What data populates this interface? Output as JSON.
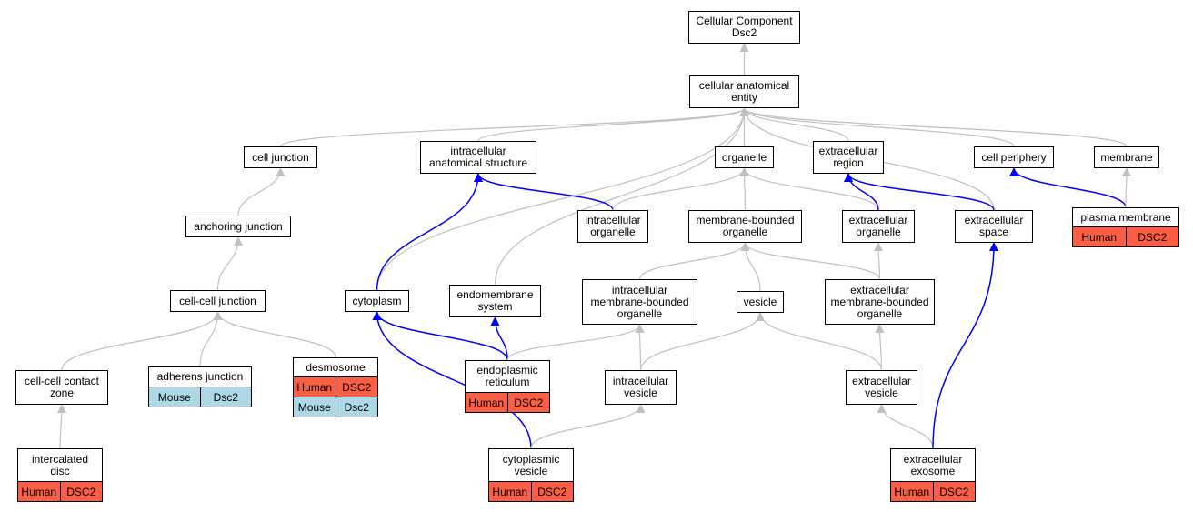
{
  "colors": {
    "default_edge": "#c0c0c0",
    "highlight_edge": "#0000ff",
    "human": "#fa5e45",
    "mouse": "#add8e6"
  },
  "nodes": {
    "root": {
      "label": "Cellular Component\nDsc2"
    },
    "cae": {
      "label": "cellular anatomical\nentity"
    },
    "cell_junction": {
      "label": "cell junction"
    },
    "ias": {
      "label": "intracellular\nanatomical structure"
    },
    "organelle": {
      "label": "organelle"
    },
    "ecr": {
      "label": "extracellular\nregion"
    },
    "cell_periphery": {
      "label": "cell periphery"
    },
    "membrane": {
      "label": "membrane"
    },
    "anchoring_junction": {
      "label": "anchoring junction"
    },
    "intracellular_organelle": {
      "label": "intracellular\norganelle"
    },
    "mbo": {
      "label": "membrane-bounded\norganelle"
    },
    "eco": {
      "label": "extracellular\norganelle"
    },
    "ecs": {
      "label": "extracellular\nspace"
    },
    "plasma_membrane": {
      "label": "plasma membrane",
      "rows": [
        {
          "species": "Human",
          "gene": "DSC2"
        }
      ]
    },
    "ccj": {
      "label": "cell-cell junction"
    },
    "cytoplasm": {
      "label": "cytoplasm"
    },
    "endomembrane": {
      "label": "endomembrane\nsystem"
    },
    "imbo": {
      "label": "intracellular\nmembrane-bounded\norganelle"
    },
    "vesicle": {
      "label": "vesicle"
    },
    "embo": {
      "label": "extracellular\nmembrane-bounded\norganelle"
    },
    "cccz": {
      "label": "cell-cell contact\nzone"
    },
    "adherens": {
      "label": "adherens junction",
      "rows": [
        {
          "species": "Mouse",
          "gene": "Dsc2"
        }
      ]
    },
    "desmosome": {
      "label": "desmosome",
      "rows": [
        {
          "species": "Human",
          "gene": "DSC2"
        },
        {
          "species": "Mouse",
          "gene": "Dsc2"
        }
      ]
    },
    "er": {
      "label": "endoplasmic\nreticulum",
      "rows": [
        {
          "species": "Human",
          "gene": "DSC2"
        }
      ]
    },
    "iv": {
      "label": "intracellular\nvesicle"
    },
    "ev": {
      "label": "extracellular\nvesicle"
    },
    "intercalated": {
      "label": "intercalated\ndisc",
      "rows": [
        {
          "species": "Human",
          "gene": "DSC2"
        }
      ]
    },
    "cyto_vesicle": {
      "label": "cytoplasmic\nvesicle",
      "rows": [
        {
          "species": "Human",
          "gene": "DSC2"
        }
      ]
    },
    "exosome": {
      "label": "extracellular\nexosome",
      "rows": [
        {
          "species": "Human",
          "gene": "DSC2"
        }
      ]
    }
  },
  "edges": [
    {
      "from": "cae",
      "to": "root",
      "highlight": false
    },
    {
      "from": "cell_junction",
      "to": "cae",
      "highlight": false
    },
    {
      "from": "ias",
      "to": "cae",
      "highlight": false
    },
    {
      "from": "organelle",
      "to": "cae",
      "highlight": false
    },
    {
      "from": "ecr",
      "to": "cae",
      "highlight": false
    },
    {
      "from": "cell_periphery",
      "to": "cae",
      "highlight": false
    },
    {
      "from": "membrane",
      "to": "cae",
      "highlight": false
    },
    {
      "from": "cytoplasm",
      "to": "cae",
      "highlight": false
    },
    {
      "from": "endomembrane",
      "to": "cae",
      "highlight": false
    },
    {
      "from": "ecs",
      "to": "cae",
      "highlight": false
    },
    {
      "from": "anchoring_junction",
      "to": "cell_junction",
      "highlight": false
    },
    {
      "from": "ccj",
      "to": "anchoring_junction",
      "highlight": false
    },
    {
      "from": "intracellular_organelle",
      "to": "ias",
      "highlight": true
    },
    {
      "from": "intracellular_organelle",
      "to": "organelle",
      "highlight": false
    },
    {
      "from": "mbo",
      "to": "organelle",
      "highlight": false
    },
    {
      "from": "eco",
      "to": "organelle",
      "highlight": false
    },
    {
      "from": "eco",
      "to": "ecr",
      "highlight": true
    },
    {
      "from": "ecs",
      "to": "ecr",
      "highlight": true
    },
    {
      "from": "plasma_membrane",
      "to": "cell_periphery",
      "highlight": true
    },
    {
      "from": "plasma_membrane",
      "to": "membrane",
      "highlight": false
    },
    {
      "from": "cytoplasm",
      "to": "ias",
      "highlight": true
    },
    {
      "from": "imbo",
      "to": "mbo",
      "highlight": false
    },
    {
      "from": "vesicle",
      "to": "mbo",
      "highlight": false
    },
    {
      "from": "embo",
      "to": "mbo",
      "highlight": false
    },
    {
      "from": "embo",
      "to": "eco",
      "highlight": false
    },
    {
      "from": "cccz",
      "to": "ccj",
      "highlight": false
    },
    {
      "from": "adherens",
      "to": "ccj",
      "highlight": false
    },
    {
      "from": "desmosome",
      "to": "ccj",
      "highlight": false
    },
    {
      "from": "er",
      "to": "cytoplasm",
      "highlight": true
    },
    {
      "from": "er",
      "to": "endomembrane",
      "highlight": true
    },
    {
      "from": "er",
      "to": "imbo",
      "highlight": false
    },
    {
      "from": "iv",
      "to": "imbo",
      "highlight": false
    },
    {
      "from": "iv",
      "to": "vesicle",
      "highlight": false
    },
    {
      "from": "ev",
      "to": "vesicle",
      "highlight": false
    },
    {
      "from": "ev",
      "to": "embo",
      "highlight": false
    },
    {
      "from": "intercalated",
      "to": "cccz",
      "highlight": false
    },
    {
      "from": "cyto_vesicle",
      "to": "cytoplasm",
      "highlight": true
    },
    {
      "from": "cyto_vesicle",
      "to": "iv",
      "highlight": false
    },
    {
      "from": "exosome",
      "to": "ev",
      "highlight": false
    },
    {
      "from": "exosome",
      "to": "ecs",
      "highlight": true
    }
  ]
}
